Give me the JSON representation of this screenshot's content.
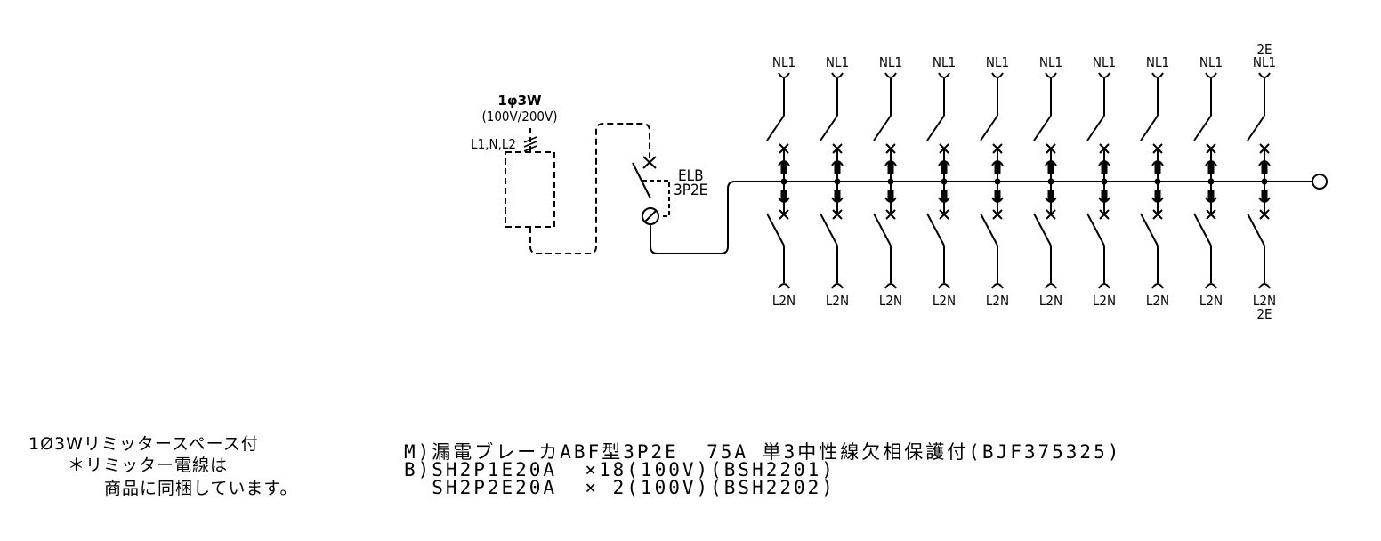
{
  "supply": {
    "phase_label": "1φ3W",
    "voltage_label": "(100V/200V)",
    "lines_label": "L1,N,L2"
  },
  "main_breaker": {
    "type_label": "ELB",
    "poles_label": "3P2E"
  },
  "branches": [
    {
      "top": "NL1",
      "top_extra": "",
      "bottom": "L2N",
      "bottom_extra": ""
    },
    {
      "top": "NL1",
      "top_extra": "",
      "bottom": "L2N",
      "bottom_extra": ""
    },
    {
      "top": "NL1",
      "top_extra": "",
      "bottom": "L2N",
      "bottom_extra": ""
    },
    {
      "top": "NL1",
      "top_extra": "",
      "bottom": "L2N",
      "bottom_extra": ""
    },
    {
      "top": "NL1",
      "top_extra": "",
      "bottom": "L2N",
      "bottom_extra": ""
    },
    {
      "top": "NL1",
      "top_extra": "",
      "bottom": "L2N",
      "bottom_extra": ""
    },
    {
      "top": "NL1",
      "top_extra": "",
      "bottom": "L2N",
      "bottom_extra": ""
    },
    {
      "top": "NL1",
      "top_extra": "",
      "bottom": "L2N",
      "bottom_extra": ""
    },
    {
      "top": "NL1",
      "top_extra": "",
      "bottom": "L2N",
      "bottom_extra": ""
    },
    {
      "top": "NL1",
      "top_extra": "2E",
      "bottom": "L2N",
      "bottom_extra": "2E"
    }
  ],
  "notes_left": {
    "line1": "1Ø3Wリミッタースペース付",
    "line2": "＊リミッター電線は",
    "line3": "商品に同梱しています。"
  },
  "spec": {
    "main_line": "M)漏電ブレーカABF型3P2E  75A 単3中性線欠相保護付(BJF375325)",
    "branch_line1": "B)SH2P1E20A  ×18(100V)(BSH2201)",
    "branch_line2": "  SH2P2E20A  × 2(100V)(BSH2202)"
  }
}
